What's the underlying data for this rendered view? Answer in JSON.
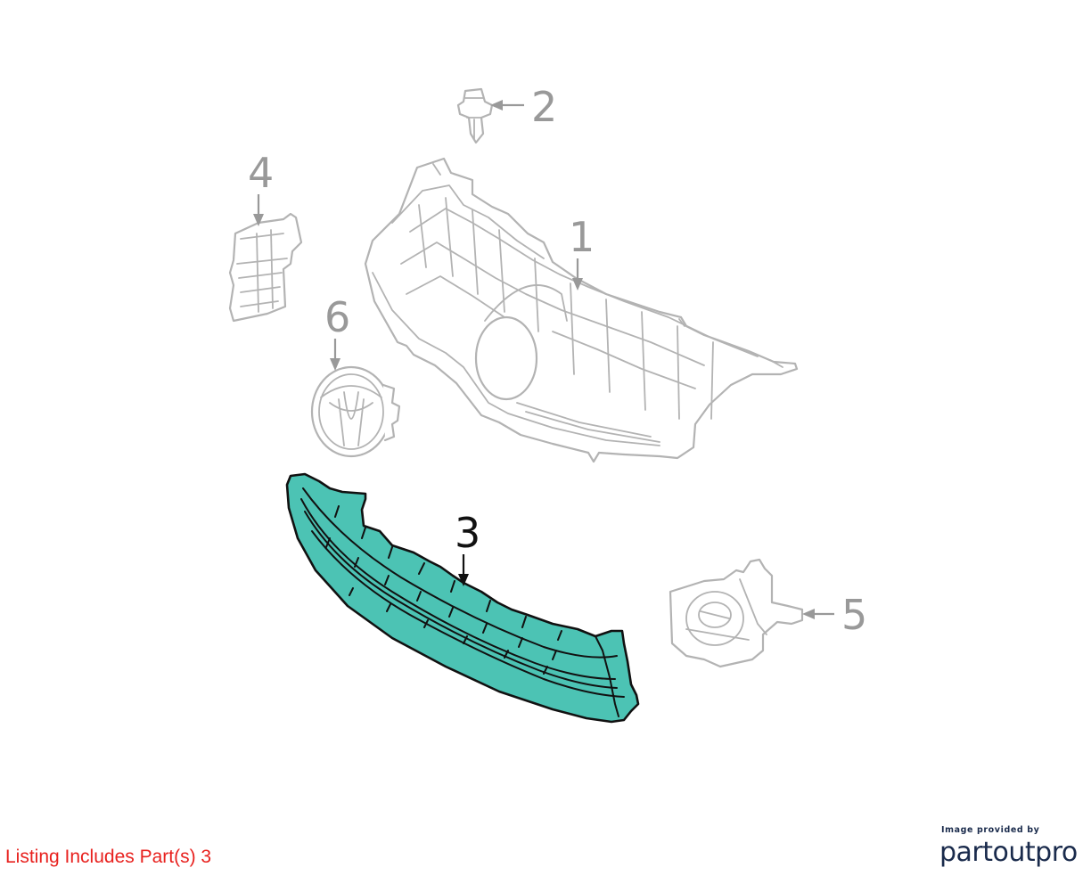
{
  "diagram": {
    "callouts": [
      {
        "id": "1",
        "label": "1",
        "highlighted": false
      },
      {
        "id": "2",
        "label": "2",
        "highlighted": false
      },
      {
        "id": "3",
        "label": "3",
        "highlighted": true
      },
      {
        "id": "4",
        "label": "4",
        "highlighted": false
      },
      {
        "id": "5",
        "label": "5",
        "highlighted": false
      },
      {
        "id": "6",
        "label": "6",
        "highlighted": false
      }
    ],
    "colors": {
      "highlight_fill": "#4cc3b4",
      "highlight_stroke": "#111111",
      "part_stroke": "#b3b3b3",
      "callout_gray": "#999999",
      "listing_red": "#e8211e",
      "brand_navy": "#1a2b4c"
    }
  },
  "listing_note": "Listing Includes Part(s) 3",
  "credit": {
    "small_text": "Image provided by",
    "logo_text": "partoutpro"
  }
}
